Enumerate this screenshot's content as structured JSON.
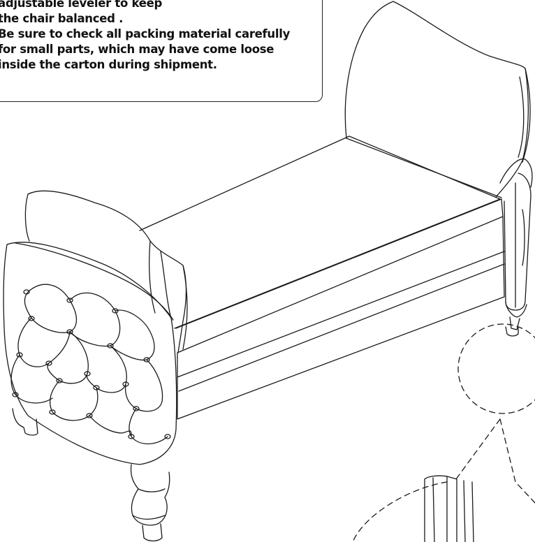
{
  "note": {
    "lines": [
      "adjustable  leveler to keep",
      "the  chair balanced .",
      "Be sure to check all packing material carefully",
      "for small parts, which may have come loose",
      "inside the carton during shipment."
    ]
  },
  "colors": {
    "line": "#1a1a1a",
    "background": "#ffffff"
  }
}
